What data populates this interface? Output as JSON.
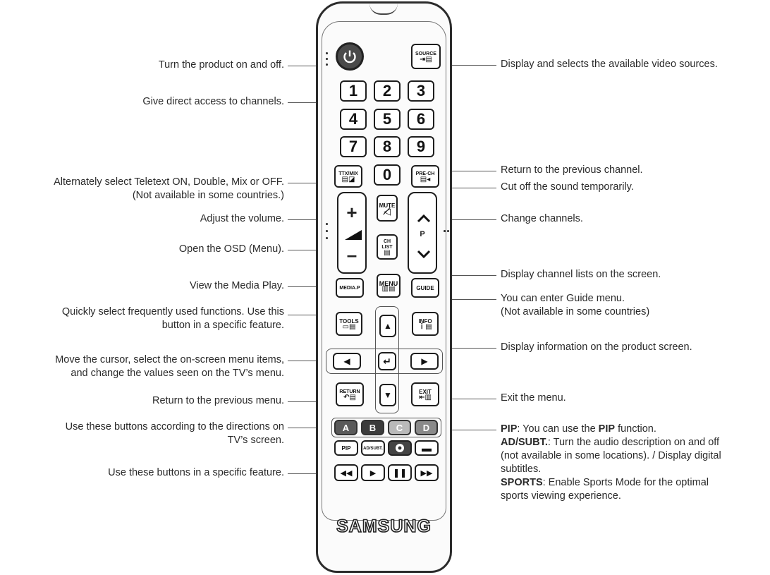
{
  "left_labels": {
    "power": "Turn the product on and off.",
    "channels": "Give direct access to channels.",
    "teletext_1": "Alternately select Teletext ON, Double, Mix or OFF.",
    "teletext_2": "(Not available in some countries.)",
    "volume": "Adjust the volume.",
    "osd": "Open the OSD (Menu).",
    "media": "View the Media Play.",
    "tools_1": "Quickly select frequently used functions. Use this",
    "tools_2": "button in a specific feature.",
    "cursor_1": "Move the cursor, select the on-screen menu items,",
    "cursor_2": "and change the values seen on the TV’s menu.",
    "return": "Return to the previous menu.",
    "color_1": "Use these buttons according to the directions on",
    "color_2": "TV’s screen.",
    "playback": "Use these buttons in a specific feature."
  },
  "right_labels": {
    "source": "Display and selects the available video sources.",
    "prech": "Return to the previous channel.",
    "mute": "Cut off the sound temporarily.",
    "chan": "Change channels.",
    "chlist": "Display channel lists on the screen.",
    "guide_1": "You can enter Guide menu.",
    "guide_2": "(Not available in some countries)",
    "info": "Display information on the product screen.",
    "exit": "Exit the menu.",
    "pip_bold": "PIP",
    "pip_text": ": You can use the ",
    "pip_bold2": "PIP",
    "pip_text2": " function.",
    "ad_bold": "AD/SUBT.",
    "ad_text": ": Turn the audio description on and off",
    "ad_line2": "(not available in some locations). / Display digital",
    "ad_line3": "subtitles.",
    "sports_bold": "SPORTS",
    "sports_text": ": Enable Sports Mode for the optimal",
    "sports_line2": "sports viewing experience."
  },
  "remote": {
    "source_label": "SOURCE",
    "digits": [
      "1",
      "2",
      "3",
      "4",
      "5",
      "6",
      "7",
      "8",
      "9",
      "0"
    ],
    "ttx_label": "TTX/MIX",
    "prech_label": "PRE-CH",
    "mute_label": "MUTE",
    "chlist_label": "CH LIST",
    "vol_plus": "+",
    "vol_minus": "–",
    "ch_p": "P",
    "menu_label": "MENU",
    "media_label": "MEDIA.P",
    "guide_label": "GUIDE",
    "tools_label": "TOOLS",
    "info_label": "INFO",
    "return_label": "RETURN",
    "exit_label": "EXIT",
    "colors": [
      "A",
      "B",
      "C",
      "D"
    ],
    "pip_label": "PIP",
    "adsubt_label": "AD/SUBT.",
    "brand": "SAMSUNG"
  }
}
